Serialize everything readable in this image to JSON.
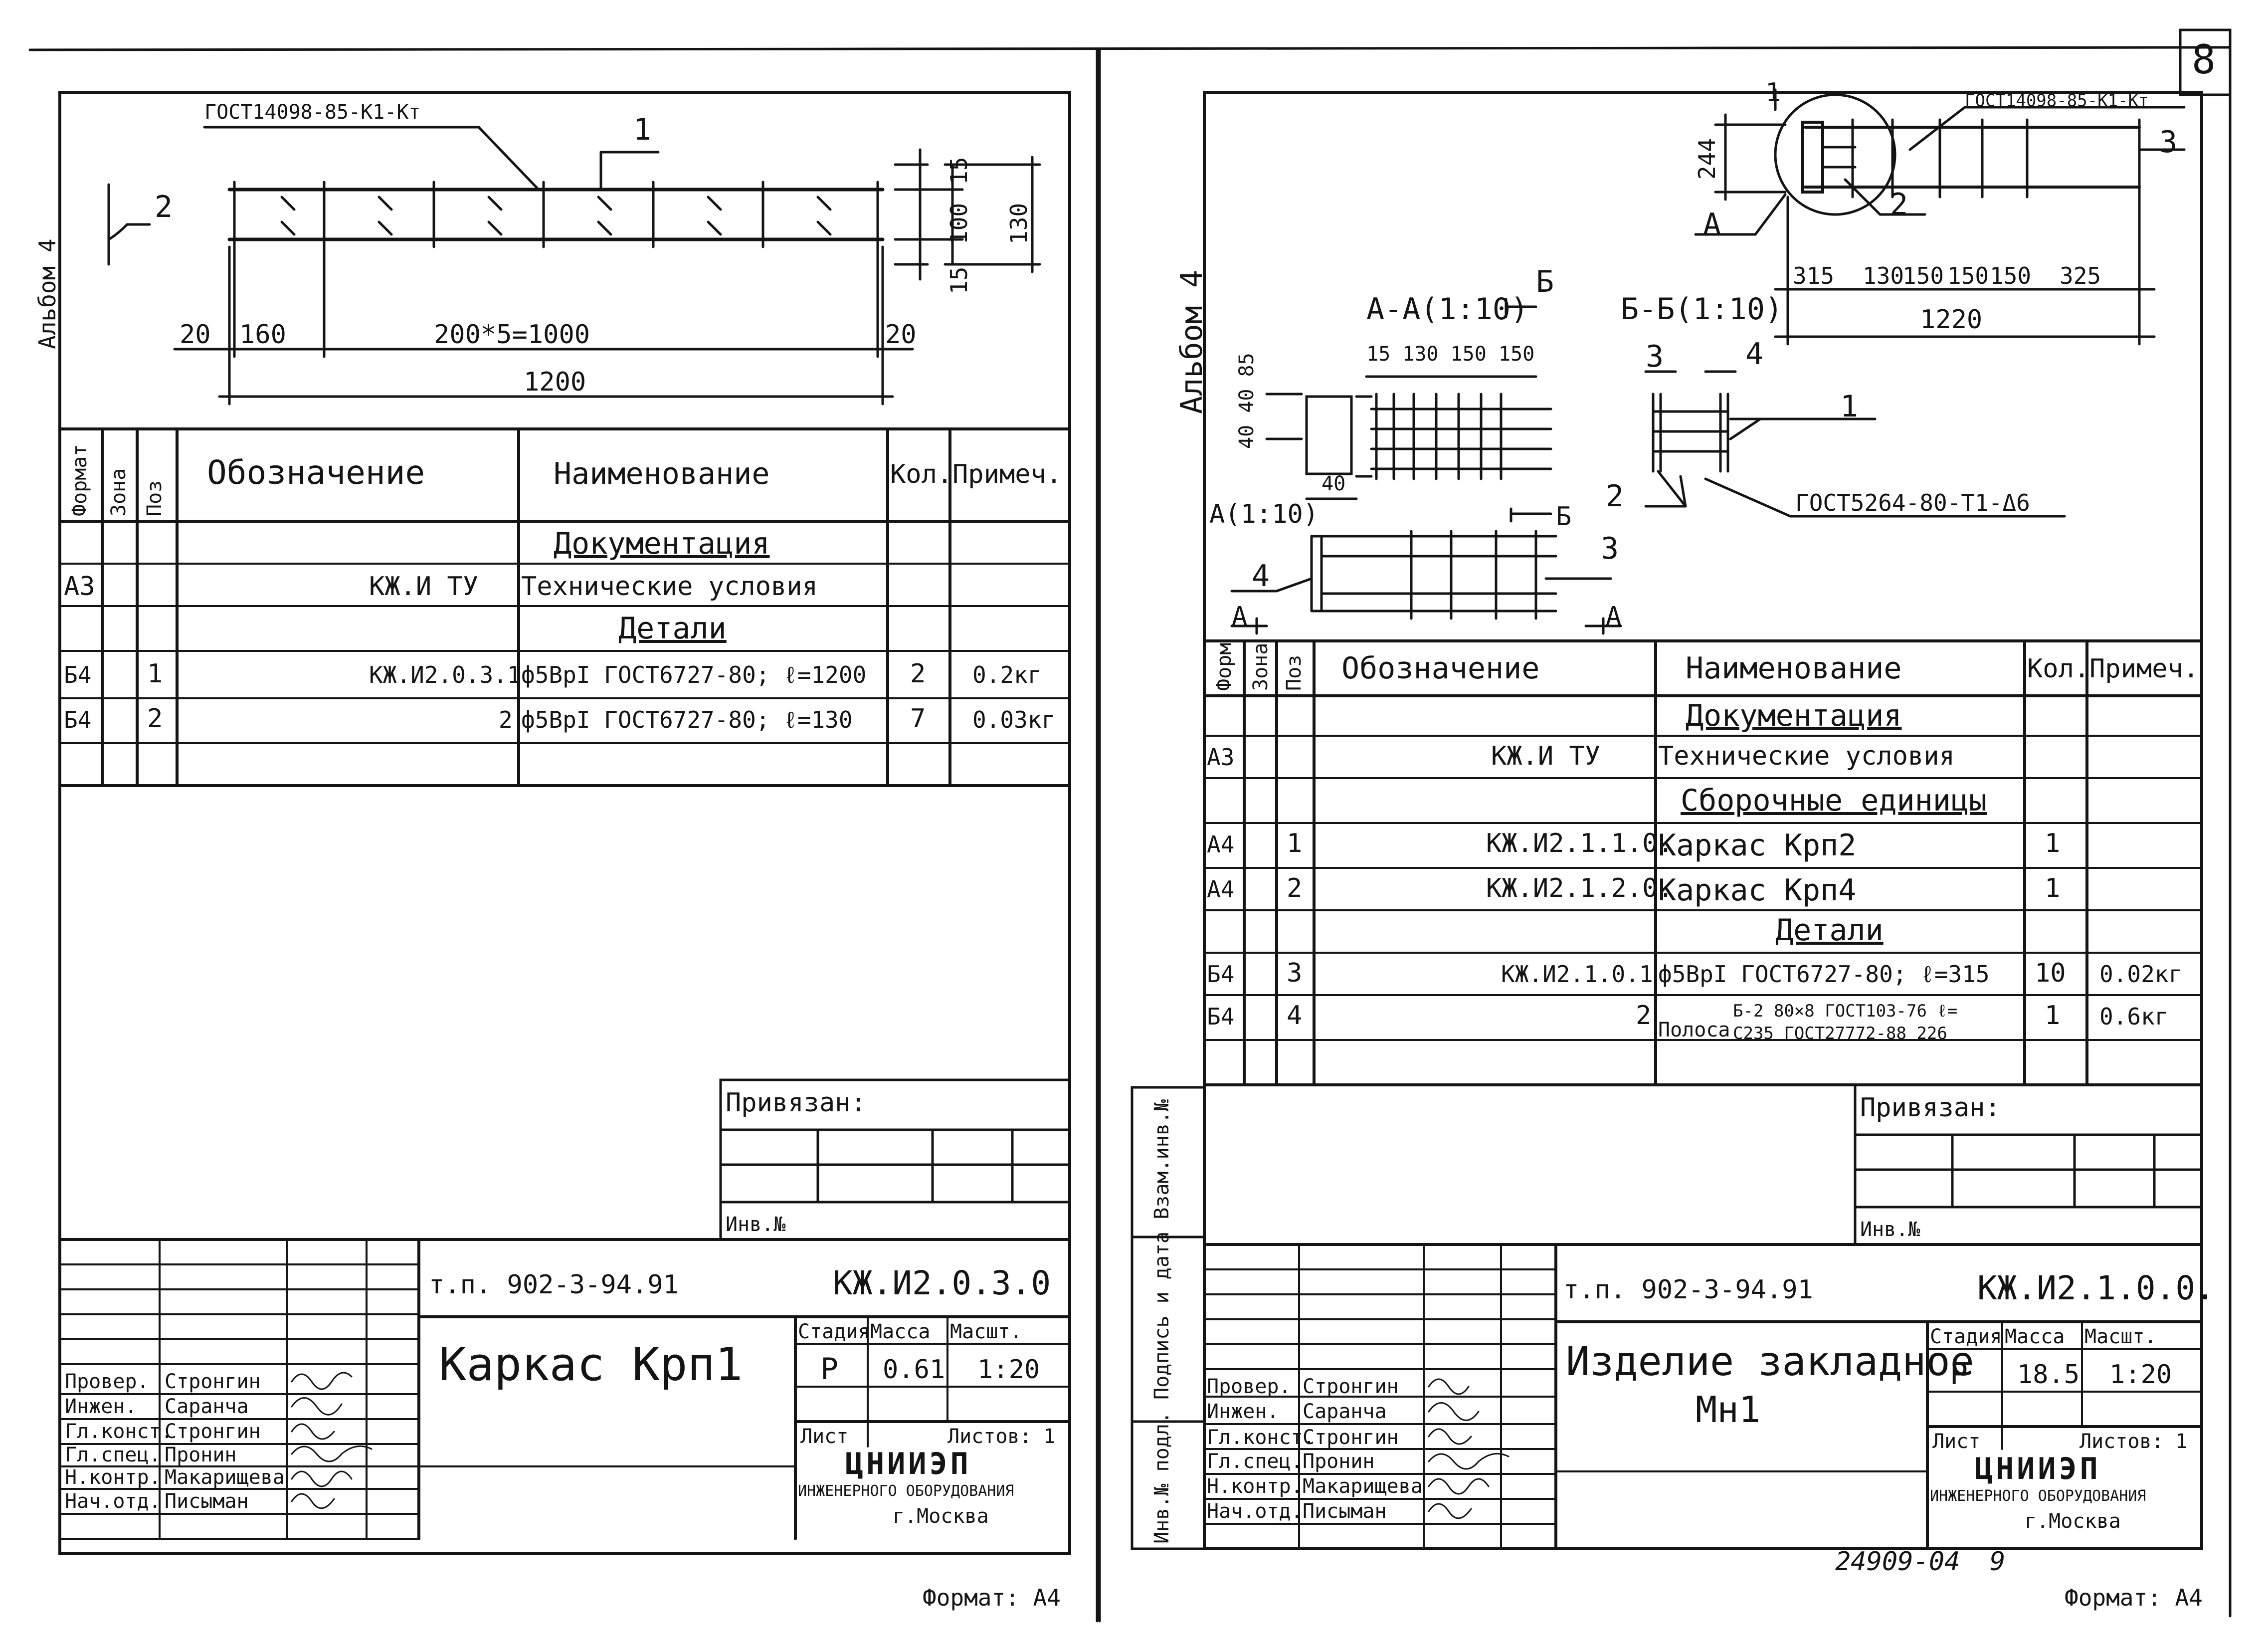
{
  "sheet_number": "8",
  "archive_number": "24909-04",
  "archive_page": "9",
  "left": {
    "album_label": "Альбом 4",
    "drawing": {
      "gost_weld": "ГОСТ14098-85-К1-Кт",
      "pos1": "1",
      "pos2": "2",
      "dim_15_top": "15",
      "dim_100": "100",
      "dim_130": "130",
      "dim_15_bot": "15",
      "dim_20_left": "20",
      "dim_160": "160",
      "dim_chain": "200*5=1000",
      "dim_20_right": "20",
      "dim_1200": "1200"
    },
    "spec": {
      "headers": {
        "format": "Формат",
        "zone": "Зона",
        "pos": "Поз",
        "designation": "Обозначение",
        "name": "Наименование",
        "qty": "Кол.",
        "note": "Примеч."
      },
      "rows": [
        {
          "format": "",
          "pos": "",
          "designation": "",
          "name": "Документация",
          "qty": "",
          "note": "",
          "section": true
        },
        {
          "format": "А3",
          "pos": "",
          "designation": "КЖ.И ТУ",
          "name": "Технические условия",
          "qty": "",
          "note": ""
        },
        {
          "format": "",
          "pos": "",
          "designation": "",
          "name": "Детали",
          "qty": "",
          "note": "",
          "section": true
        },
        {
          "format": "Б4",
          "pos": "1",
          "designation": "КЖ.И2.0.3.1",
          "name": "ф5ВрI ГОСТ6727-80; ℓ=1200",
          "qty": "2",
          "note": "0.2кг"
        },
        {
          "format": "Б4",
          "pos": "2",
          "designation": "2",
          "name": "ф5ВрI ГОСТ6727-80; ℓ=130",
          "qty": "7",
          "note": "0.03кг"
        }
      ]
    },
    "privyazan": "Привязан:",
    "inv_no": "Инв.№",
    "title": {
      "project": "т.п. 902-3-94.91",
      "code": "КЖ.И2.0.3.0",
      "name": "Каркас  Крп1",
      "stage_label": "Стадия",
      "mass_label": "Масса",
      "scale_label": "Масшт.",
      "stage": "Р",
      "mass": "0.61",
      "scale": "1:20",
      "sheet_label": "Лист",
      "sheets_label": "Листов: 1",
      "org": "ЦНИИЭП",
      "org_sub": "ИНЖЕНЕРНОГО ОБОРУДОВАНИЯ",
      "org_city": "г.Москва",
      "people": [
        {
          "role": "Провер.",
          "name": "Стронгин"
        },
        {
          "role": "Инжен.",
          "name": "Саранча"
        },
        {
          "role": "Гл.конст.",
          "name": "Стронгин"
        },
        {
          "role": "Гл.спец.",
          "name": "Пронин"
        },
        {
          "role": "Н.контр.",
          "name": "Макарищева"
        },
        {
          "role": "Нач.отд.",
          "name": "Писыман"
        }
      ]
    },
    "format": "Формат: А4"
  },
  "right": {
    "album_label": "Альбом 4",
    "drawing": {
      "gost_weld": "ГОСТ14098-85-К1-Кт",
      "pos1": "1",
      "pos2": "2",
      "pos3": "3",
      "dim_244": "244",
      "cut_a": "А",
      "dims_top": [
        "315",
        "130",
        "150",
        "150",
        "150",
        "325"
      ],
      "dim_1220": "1220",
      "section_aa": "А-А(1:10)",
      "section_bb": "Б-Б(1:10)",
      "cut_b": "Б",
      "aa_dims": "15  130  150  150",
      "aa_side": "40 40 85",
      "aa_40": "40",
      "bb_pos3": "3",
      "bb_pos4": "4",
      "bb_pos1": "1",
      "bb_pos2": "2",
      "gost_weld2": "ГОСТ5264-80-Т1-Δ6",
      "view_a": "А(1:10)",
      "view_pos4": "4",
      "view_pos3": "3",
      "cut_a2": "А",
      "cut_a3": "А",
      "cut_b2": "Б"
    },
    "spec": {
      "headers": {
        "format": "Форм",
        "zone": "Зона",
        "pos": "Поз",
        "designation": "Обозначение",
        "name": "Наименование",
        "qty": "Кол.",
        "note": "Примеч."
      },
      "rows": [
        {
          "format": "",
          "pos": "",
          "designation": "",
          "name": "Документация",
          "qty": "",
          "note": "",
          "section": true
        },
        {
          "format": "А3",
          "pos": "",
          "designation": "КЖ.И ТУ",
          "name": "Технические условия",
          "qty": "",
          "note": ""
        },
        {
          "format": "",
          "pos": "",
          "designation": "",
          "name": "Сборочные единицы",
          "qty": "",
          "note": "",
          "section": true
        },
        {
          "format": "А4",
          "pos": "1",
          "designation": "КЖ.И2.1.1.0.",
          "name": "Каркас      Крп2",
          "qty": "1",
          "note": ""
        },
        {
          "format": "А4",
          "pos": "2",
          "designation": "КЖ.И2.1.2.0.",
          "name": "Каркас      Крп4",
          "qty": "1",
          "note": ""
        },
        {
          "format": "",
          "pos": "",
          "designation": "",
          "name": "Детали",
          "qty": "",
          "note": "",
          "section": true
        },
        {
          "format": "Б4",
          "pos": "3",
          "designation": "КЖ.И2.1.0.1",
          "name": "ф5ВрI ГОСТ6727-80; ℓ=315",
          "qty": "10",
          "note": "0.02кг"
        },
        {
          "format": "Б4",
          "pos": "4",
          "designation": "2",
          "name": "Полоса",
          "qty": "1",
          "note": "0.6кг",
          "sub1": "Б-2 80×8 ГОСТ103-76 ℓ=",
          "sub2": "С235 ГОСТ27772-88 226"
        }
      ]
    },
    "privyazan": "Привязан:",
    "inv_no": "Инв.№",
    "side_stamp": "Инв.№ подл.  Подпись и дата  Взам.инв.№",
    "title": {
      "project": "т.п. 902-3-94.91",
      "code": "КЖ.И2.1.0.0.",
      "name_line1": "Изделие  закладное",
      "name_line2": "Мн1",
      "stage_label": "Стадия",
      "mass_label": "Масса",
      "scale_label": "Масшт.",
      "stage": "Р",
      "mass": "18.5",
      "scale": "1:20",
      "sheet_label": "Лист",
      "sheets_label": "Листов: 1",
      "org": "ЦНИИЭП",
      "org_sub": "ИНЖЕНЕРНОГО ОБОРУДОВАНИЯ",
      "org_city": "г.Москва",
      "people": [
        {
          "role": "Провер.",
          "name": "Стронгин"
        },
        {
          "role": "Инжен.",
          "name": "Саранча"
        },
        {
          "role": "Гл.конст.",
          "name": "Стронгин"
        },
        {
          "role": "Гл.спец.",
          "name": "Пронин"
        },
        {
          "role": "Н.контр.",
          "name": "Макарищева"
        },
        {
          "role": "Нач.отд.",
          "name": "Писыман"
        }
      ]
    },
    "format": "Формат: А4"
  }
}
